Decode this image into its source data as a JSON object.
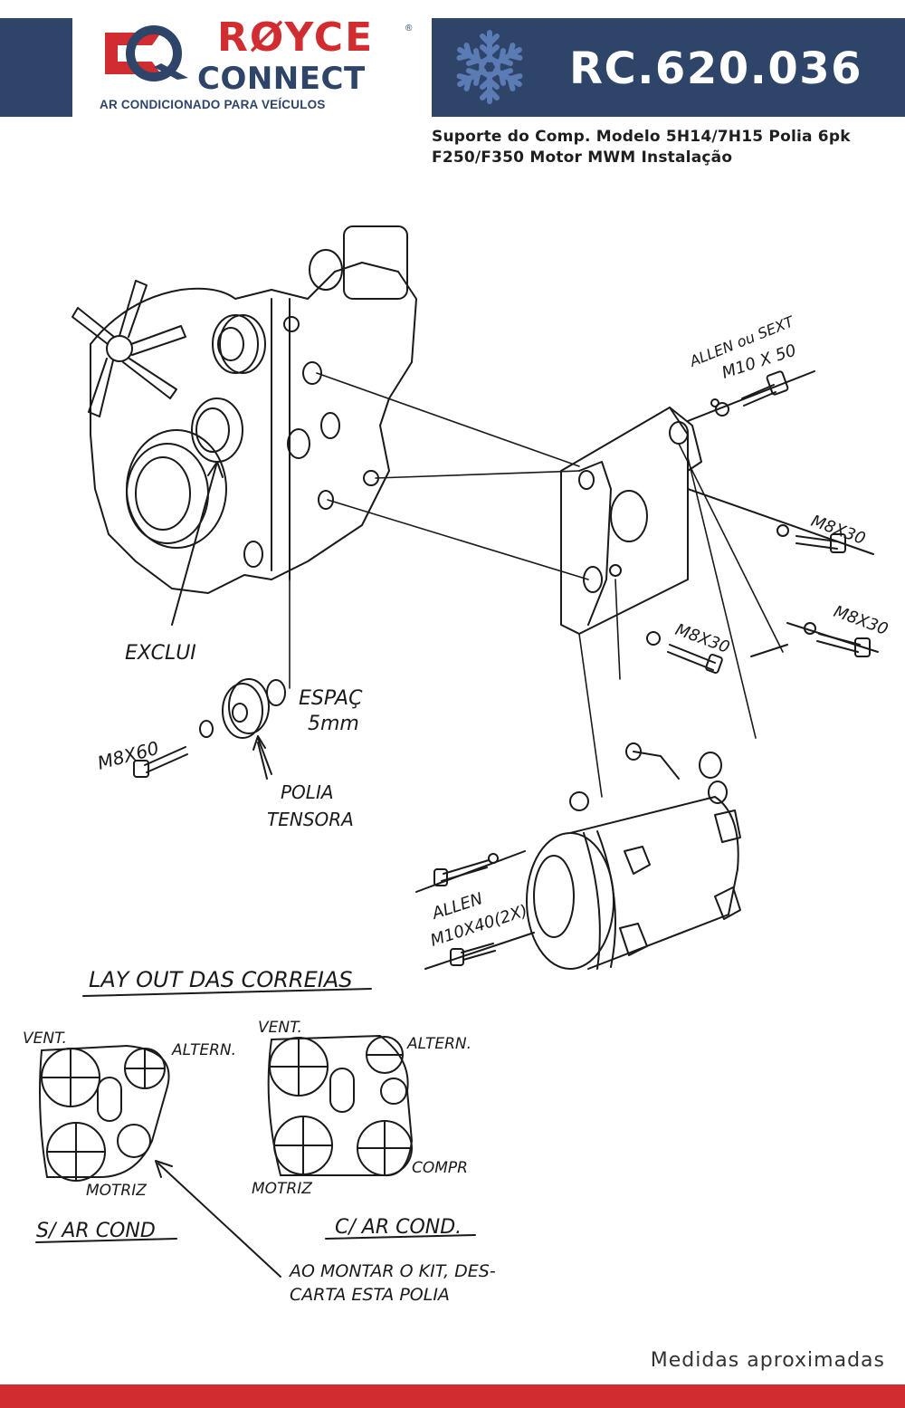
{
  "brand": {
    "name_line1": "RØYCE",
    "name_line2": "CONNECT",
    "registered": "®",
    "tagline": "AR CONDICIONADO PARA VEÍCULOS",
    "logo_icon": "rc-logo-icon",
    "colors": {
      "navy": "#2e4468",
      "red": "#d12d30",
      "snowflake": "#5b7bb4"
    }
  },
  "header": {
    "code": "RC.620.036",
    "icon": "snowflake-icon"
  },
  "subtitle": {
    "line1": "Suporte do Comp. Modelo 5H14/7H15 Polia 6pk",
    "line2": "F250/F350 Motor MWM Instalação"
  },
  "diagram": {
    "labels": {
      "allen_m10x50_a": "ALLEN ou SEXT",
      "allen_m10x50_b": "M10 X 50",
      "m8x30_1": "M8X30",
      "m8x30_2": "M8X30",
      "m8x30_3": "M8X30",
      "exclui": "EXCLUI",
      "espac_a": "ESPAÇ",
      "espac_b": "5mm",
      "m8x60": "M8X60",
      "polia_a": "POLIA",
      "polia_b": "TENSORA",
      "allen2_a": "ALLEN",
      "allen2_b": "M10X40(2X)",
      "layout_title": "LAY OUT DAS CORREIAS",
      "vent_1": "VENT.",
      "altern_1": "ALTERN.",
      "motriz_1": "MOTRIZ",
      "sem_ar": "S/ AR COND",
      "vent_2": "VENT.",
      "altern_2": "ALTERN.",
      "compr": "COMPR",
      "motriz_2": "MOTRIZ",
      "com_ar": "C/ AR COND.",
      "note_a": "AO MONTAR O KIT, DES-",
      "note_b": "CARTA ESTA POLIA"
    }
  },
  "footer": {
    "note": "Medidas aproximadas",
    "bar_color": "#d12d30"
  }
}
